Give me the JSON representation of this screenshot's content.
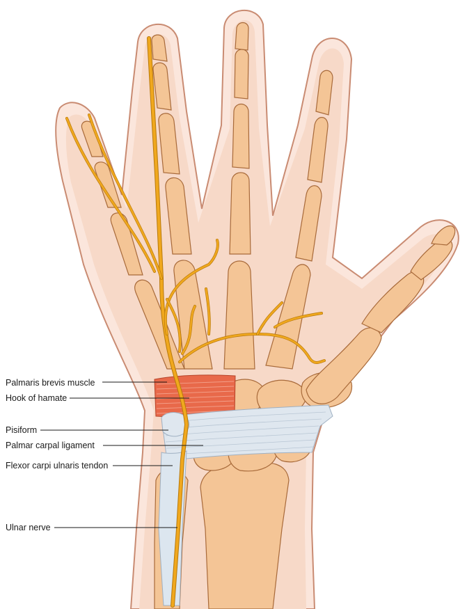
{
  "diagram": {
    "labels": [
      {
        "id": "palmaris-brevis",
        "text": "Palmaris brevis muscle"
      },
      {
        "id": "hook-of-hamate",
        "text": "Hook of hamate"
      },
      {
        "id": "pisiform",
        "text": "Pisiform"
      },
      {
        "id": "palmar-carpal-ligament",
        "text": "Palmar carpal ligament"
      },
      {
        "id": "flexor-carpi-ulnaris",
        "text": "Flexor carpi ulnaris tendon"
      },
      {
        "id": "ulnar-nerve",
        "text": "Ulnar nerve"
      }
    ]
  }
}
